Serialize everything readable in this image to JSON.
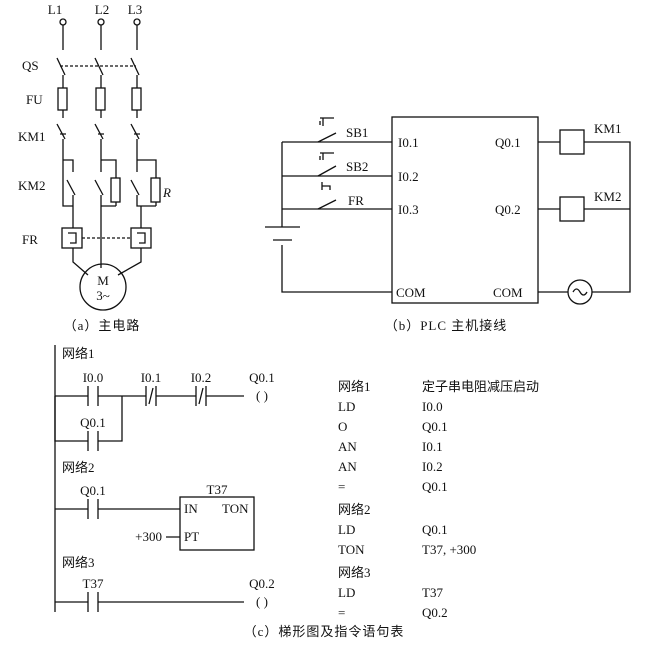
{
  "main_circuit": {
    "phases": [
      "L1",
      "L2",
      "L3"
    ],
    "qs": "QS",
    "fu": "FU",
    "km1": "KM1",
    "km2": "KM2",
    "fr": "FR",
    "r": "R",
    "motor_name": "M",
    "motor_type": "3~",
    "caption": "（a）主电路"
  },
  "plc_wiring": {
    "sb1": "SB1",
    "sb2": "SB2",
    "fr": "FR",
    "in1": "I0.1",
    "in2": "I0.2",
    "in3": "I0.3",
    "out1": "Q0.1",
    "out2": "Q0.2",
    "com_left": "COM",
    "com_right": "COM",
    "coil1": "KM1",
    "coil2": "KM2",
    "caption": "（b）PLC 主机接线"
  },
  "ladder": {
    "networks": [
      {
        "title": "网络1",
        "c1": "I0.0",
        "c2": "I0.1",
        "c3": "I0.2",
        "coil": "Q0.1",
        "branch": "Q0.1"
      },
      {
        "title": "网络2",
        "c1": "Q0.1",
        "box_name": "T37",
        "box_in": "IN",
        "box_type": "TON",
        "box_pt": "PT",
        "preset": "+300"
      },
      {
        "title": "网络3",
        "c1": "T37",
        "coil": "Q0.2"
      }
    ],
    "coil_symbol": "( )",
    "caption": "（c）梯形图及指令语句表"
  },
  "statement_list": {
    "groups": [
      {
        "title": "网络1",
        "comment": "定子串电阻减压启动",
        "rows": [
          [
            "LD",
            "I0.0"
          ],
          [
            "O",
            "Q0.1"
          ],
          [
            "AN",
            "I0.1"
          ],
          [
            "AN",
            "I0.2"
          ],
          [
            "=",
            "Q0.1"
          ]
        ]
      },
      {
        "title": "网络2",
        "rows": [
          [
            "LD",
            "Q0.1"
          ],
          [
            "TON",
            "T37, +300"
          ]
        ]
      },
      {
        "title": "网络3",
        "rows": [
          [
            "LD",
            "T37"
          ],
          [
            "=",
            "Q0.2"
          ]
        ]
      }
    ]
  }
}
